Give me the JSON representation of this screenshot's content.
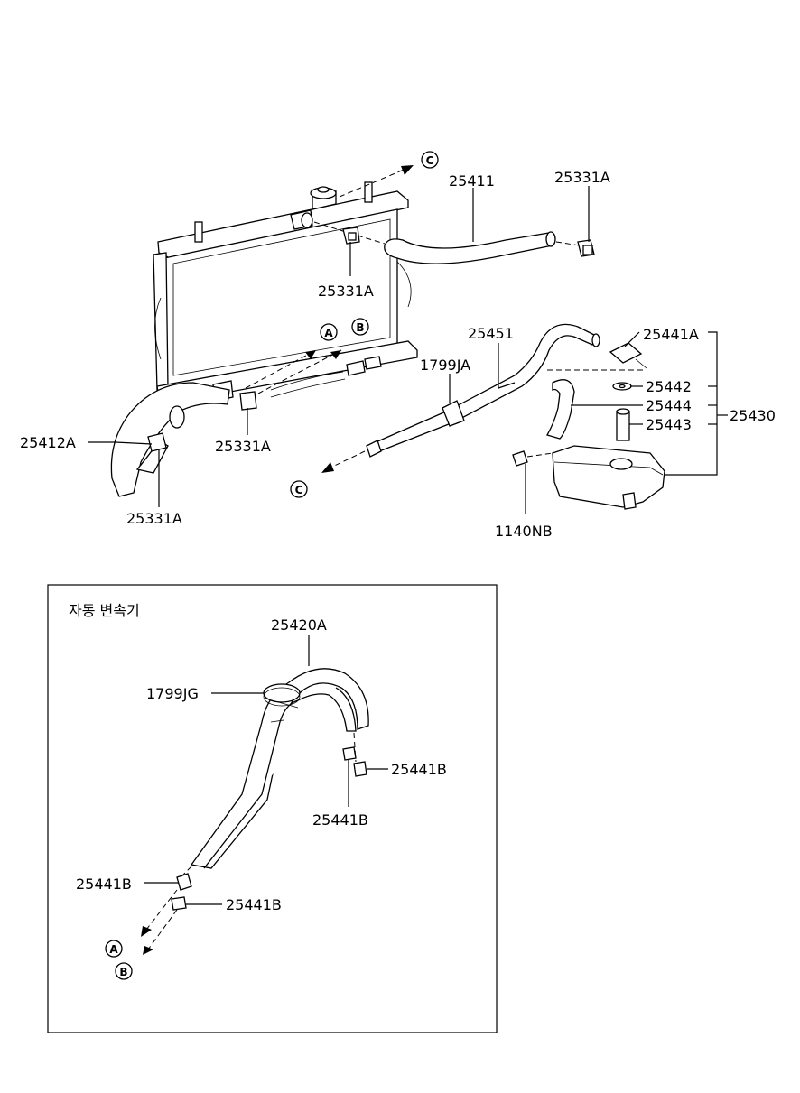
{
  "labels": {
    "upper_hose": "25411",
    "clamp_a_1": "25331A",
    "clamp_a_2": "25331A",
    "clamp_a_3": "25331A",
    "clamp_a_4": "25331A",
    "lower_hose": "25412A",
    "overflow_hose": "25451",
    "clip_ja": "1799JA",
    "reservoir_assy": "25430",
    "clamp_441a": "25441A",
    "part_25442": "25442",
    "part_25444": "25444",
    "part_25443": "25443",
    "bolt": "1140NB",
    "oil_cooler_hose": "25420A",
    "clip_jg": "1799JG",
    "clamp_441b_1": "25441B",
    "clamp_441b_2": "25441B",
    "clamp_441b_3": "25441B",
    "clamp_441b_4": "25441B"
  },
  "inset": {
    "title": "자동  변속기"
  },
  "markers": {
    "a1": "A",
    "b1": "B",
    "c1": "C",
    "c2": "C",
    "a2": "A",
    "b2": "B"
  },
  "colors": {
    "line": "#000000",
    "background": "#ffffff"
  }
}
